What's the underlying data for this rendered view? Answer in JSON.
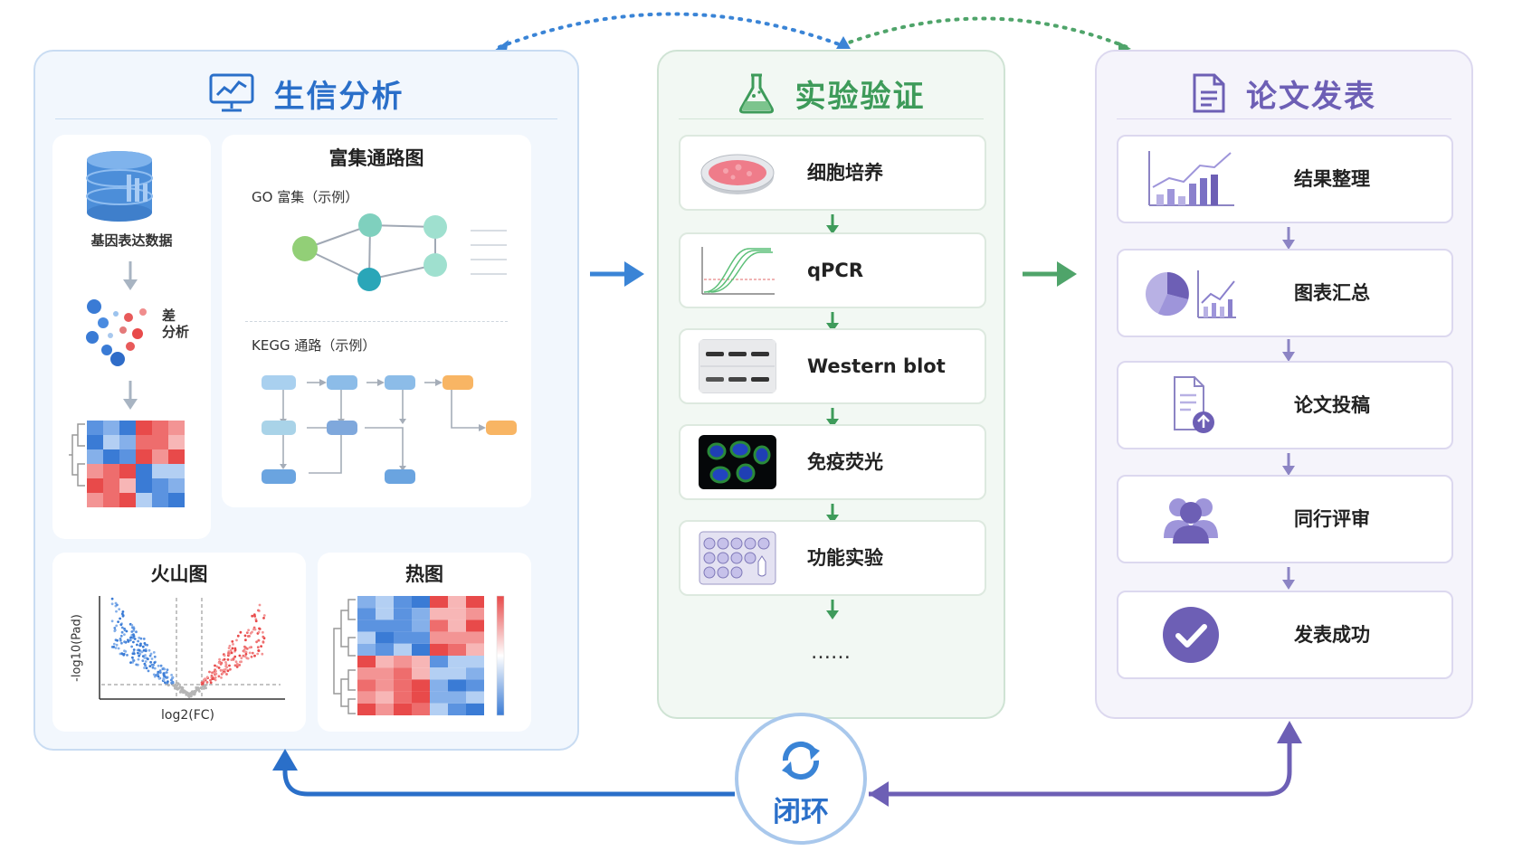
{
  "bioinformatics": {
    "title": "生信分析",
    "gene_data_label": "基因表达数据",
    "diff_label_1": "差",
    "diff_label_2": "分析",
    "pathway_card": {
      "title": "富集通路图",
      "go_label": "GO 富集（示例）",
      "kegg_label": "KEGG 通路（示例）"
    },
    "volcano_card": {
      "title": "火山图",
      "ylabel": "-log10(Pad)",
      "xlabel": "log2(FC)"
    },
    "heatmap_card": {
      "title": "热图"
    }
  },
  "experiment": {
    "title": "实验验证",
    "steps": [
      {
        "label": "细胞培养",
        "icon": "petri-dish-icon"
      },
      {
        "label": "qPCR",
        "icon": "qpcr-curve-icon"
      },
      {
        "label": "Western blot",
        "icon": "western-blot-icon"
      },
      {
        "label": "免疫荧光",
        "icon": "immunofluorescence-icon"
      },
      {
        "label": "功能实验",
        "icon": "well-plate-icon"
      }
    ],
    "more": "……"
  },
  "publication": {
    "title": "论文发表",
    "steps": [
      {
        "label": "结果整理",
        "icon": "bar-chart-icon"
      },
      {
        "label": "图表汇总",
        "icon": "pie-chart-icon"
      },
      {
        "label": "论文投稿",
        "icon": "document-upload-icon"
      },
      {
        "label": "同行评审",
        "icon": "reviewers-icon"
      },
      {
        "label": "发表成功",
        "icon": "check-circle-icon"
      }
    ]
  },
  "loop": {
    "label": "闭环",
    "icon": "refresh-icon"
  },
  "colors": {
    "blue": "#2a6fc9",
    "green": "#3e9b5a",
    "purple": "#6d5fb5",
    "red": "#e84a4a"
  }
}
